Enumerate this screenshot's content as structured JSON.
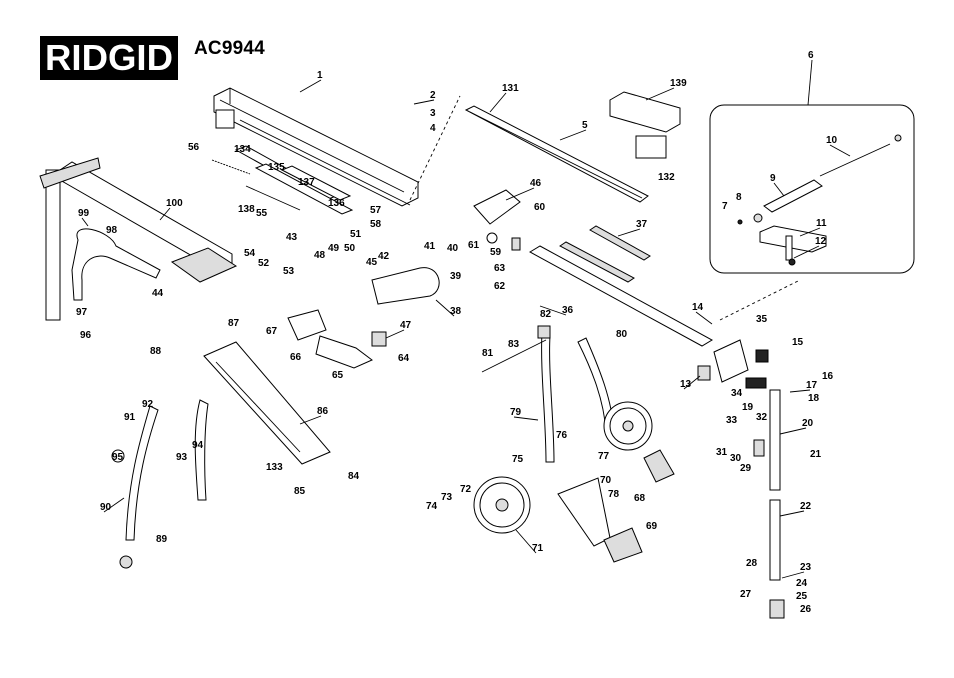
{
  "brand": {
    "logo_text": "RIDGID"
  },
  "title": {
    "model": "AC9944"
  },
  "part_labels": [
    "1",
    "2",
    "3",
    "4",
    "5",
    "6",
    "7",
    "8",
    "9",
    "10",
    "11",
    "12",
    "13",
    "14",
    "15",
    "16",
    "17",
    "18",
    "19",
    "20",
    "21",
    "22",
    "23",
    "24",
    "25",
    "26",
    "27",
    "28",
    "29",
    "30",
    "31",
    "32",
    "33",
    "34",
    "35",
    "36",
    "37",
    "38",
    "39",
    "40",
    "41",
    "42",
    "43",
    "44",
    "45",
    "46",
    "47",
    "48",
    "49",
    "50",
    "51",
    "52",
    "53",
    "54",
    "55",
    "56",
    "57",
    "58",
    "59",
    "60",
    "61",
    "62",
    "63",
    "64",
    "65",
    "66",
    "67",
    "68",
    "69",
    "70",
    "71",
    "72",
    "73",
    "74",
    "75",
    "76",
    "77",
    "78",
    "79",
    "80",
    "81",
    "82",
    "83",
    "84",
    "85",
    "86",
    "87",
    "88",
    "89",
    "90",
    "91",
    "92",
    "93",
    "94",
    "95",
    "96",
    "97",
    "98",
    "99",
    "100",
    "131",
    "132",
    "133",
    "134",
    "135",
    "136",
    "137",
    "138",
    "139"
  ]
}
